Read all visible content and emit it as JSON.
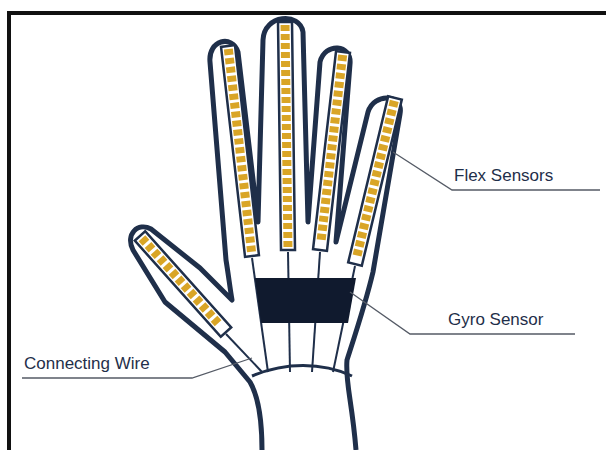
{
  "diagram": {
    "labels": [
      "Flex Sensors",
      "Gyro Sensor",
      "Connecting Wire"
    ]
  }
}
